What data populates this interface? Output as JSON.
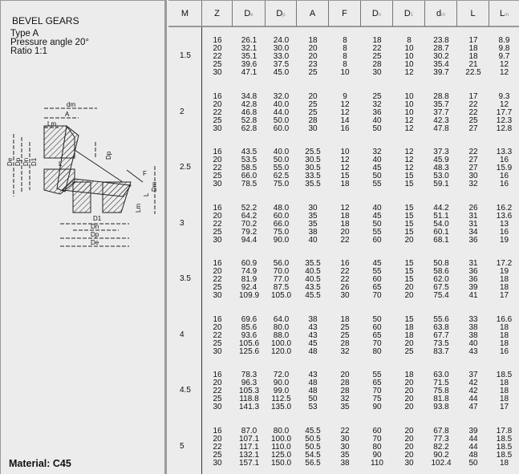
{
  "left": {
    "title": "BEVEL GEARS",
    "type": "Type  A",
    "pressure_angle": "Pressure angle 20°",
    "ratio": "Ratio 1:1",
    "material": "Material: C45",
    "drawing_labels": {
      "dm": "dm",
      "A": "A",
      "Lm": "Lm",
      "De": "De",
      "Dp": "Dp",
      "Dn": "Dn",
      "D1": "D1",
      "L": "L",
      "F": "F",
      "Dm": "Dm",
      "Lm2": "Lm",
      "L2": "L",
      "D1b": "D1",
      "Dnb": "Dn",
      "Dpb": "Dp",
      "Deb": "De",
      "Dbig": "Dp"
    }
  },
  "table": {
    "headers": [
      {
        "main": "M",
        "sub": ""
      },
      {
        "main": "Z",
        "sub": ""
      },
      {
        "main": "D",
        "sub": "e"
      },
      {
        "main": "D",
        "sub": "p"
      },
      {
        "main": "A",
        "sub": ""
      },
      {
        "main": "F",
        "sub": ""
      },
      {
        "main": "D",
        "sub": "n"
      },
      {
        "main": "D",
        "sub": "1"
      },
      {
        "main": "d",
        "sub": "m"
      },
      {
        "main": "L",
        "sub": ""
      },
      {
        "main": "L",
        "sub": "m"
      }
    ],
    "groups": [
      {
        "m": "1.5",
        "rows": [
          [
            "16",
            "26.1",
            "24.0",
            "18",
            "8",
            "18",
            "8",
            "23.8",
            "17",
            "8.9"
          ],
          [
            "20",
            "32.1",
            "30.0",
            "20",
            "8",
            "22",
            "10",
            "28.7",
            "18",
            "9.8"
          ],
          [
            "22",
            "35.1",
            "33.0",
            "20",
            "8",
            "25",
            "10",
            "30.2",
            "18",
            "9.7"
          ],
          [
            "25",
            "39.6",
            "37.5",
            "23",
            "8",
            "28",
            "10",
            "35.4",
            "21",
            "12"
          ],
          [
            "30",
            "47.1",
            "45.0",
            "25",
            "10",
            "30",
            "12",
            "39.7",
            "22.5",
            "12"
          ]
        ]
      },
      {
        "m": "2",
        "rows": [
          [
            "16",
            "34.8",
            "32.0",
            "20",
            "9",
            "25",
            "10",
            "28.8",
            "17",
            "9.3"
          ],
          [
            "20",
            "42.8",
            "40.0",
            "25",
            "12",
            "32",
            "10",
            "35.7",
            "22",
            "12"
          ],
          [
            "22",
            "46.8",
            "44.0",
            "25",
            "12",
            "36",
            "10",
            "37.7",
            "22",
            "17.7"
          ],
          [
            "25",
            "52.8",
            "50.0",
            "28",
            "14",
            "40",
            "12",
            "42.3",
            "25",
            "12.3"
          ],
          [
            "30",
            "62.8",
            "60.0",
            "30",
            "16",
            "50",
            "12",
            "47.8",
            "27",
            "12.8"
          ]
        ]
      },
      {
        "m": "2.5",
        "rows": [
          [
            "16",
            "43.5",
            "40.0",
            "25.5",
            "10",
            "32",
            "12",
            "37.3",
            "22",
            "13.3"
          ],
          [
            "20",
            "53.5",
            "50.0",
            "30.5",
            "12",
            "40",
            "12",
            "45.9",
            "27",
            "16"
          ],
          [
            "22",
            "58.5",
            "55.0",
            "30.5",
            "12",
            "45",
            "12",
            "48.3",
            "27",
            "15.9"
          ],
          [
            "25",
            "66.0",
            "62.5",
            "33.5",
            "15",
            "50",
            "15",
            "53.0",
            "30",
            "16"
          ],
          [
            "30",
            "78.5",
            "75.0",
            "35.5",
            "18",
            "55",
            "15",
            "59.1",
            "32",
            "16"
          ]
        ]
      },
      {
        "m": "3",
        "rows": [
          [
            "16",
            "52.2",
            "48.0",
            "30",
            "12",
            "40",
            "15",
            "44.2",
            "26",
            "16.2"
          ],
          [
            "20",
            "64.2",
            "60.0",
            "35",
            "18",
            "45",
            "15",
            "51.1",
            "31",
            "13.6"
          ],
          [
            "22",
            "70.2",
            "66.0",
            "35",
            "18",
            "50",
            "15",
            "54.0",
            "31",
            "13"
          ],
          [
            "25",
            "79.2",
            "75.0",
            "38",
            "20",
            "55",
            "15",
            "60.1",
            "34",
            "16"
          ],
          [
            "30",
            "94.4",
            "90.0",
            "40",
            "22",
            "60",
            "20",
            "68.1",
            "36",
            "19"
          ]
        ]
      },
      {
        "m": "3.5",
        "rows": [
          [
            "16",
            "60.9",
            "56.0",
            "35.5",
            "16",
            "45",
            "15",
            "50.8",
            "31",
            "17.2"
          ],
          [
            "20",
            "74.9",
            "70.0",
            "40.5",
            "22",
            "55",
            "15",
            "58.6",
            "36",
            "19"
          ],
          [
            "22",
            "81.9",
            "77.0",
            "40.5",
            "22",
            "60",
            "15",
            "62.0",
            "36",
            "18"
          ],
          [
            "25",
            "92.4",
            "87.5",
            "43.5",
            "26",
            "65",
            "20",
            "67.5",
            "39",
            "18"
          ],
          [
            "30",
            "109.9",
            "105.0",
            "45.5",
            "30",
            "70",
            "20",
            "75.4",
            "41",
            "17"
          ]
        ]
      },
      {
        "m": "4",
        "rows": [
          [
            "16",
            "69.6",
            "64.0",
            "38",
            "18",
            "50",
            "15",
            "55.6",
            "33",
            "16.6"
          ],
          [
            "20",
            "85.6",
            "80.0",
            "43",
            "25",
            "60",
            "18",
            "63.8",
            "38",
            "18"
          ],
          [
            "22",
            "93.6",
            "88.0",
            "43",
            "25",
            "65",
            "18",
            "67.7",
            "38",
            "18"
          ],
          [
            "25",
            "105.6",
            "100.0",
            "45",
            "28",
            "70",
            "20",
            "73.5",
            "40",
            "18"
          ],
          [
            "30",
            "125.6",
            "120.0",
            "48",
            "32",
            "80",
            "25",
            "83.7",
            "43",
            "16"
          ]
        ]
      },
      {
        "m": "4.5",
        "rows": [
          [
            "16",
            "78.3",
            "72.0",
            "43",
            "20",
            "55",
            "18",
            "63.0",
            "37",
            "18.5"
          ],
          [
            "20",
            "96.3",
            "90.0",
            "48",
            "28",
            "65",
            "20",
            "71.5",
            "42",
            "18"
          ],
          [
            "22",
            "105.3",
            "99.0",
            "48",
            "28",
            "70",
            "20",
            "75.8",
            "42",
            "18"
          ],
          [
            "25",
            "118.8",
            "112.5",
            "50",
            "32",
            "75",
            "20",
            "81.8",
            "44",
            "18"
          ],
          [
            "30",
            "141.3",
            "135.0",
            "53",
            "35",
            "90",
            "20",
            "93.8",
            "47",
            "17"
          ]
        ]
      },
      {
        "m": "5",
        "rows": [
          [
            "16",
            "87.0",
            "80.0",
            "45.5",
            "22",
            "60",
            "20",
            "67.8",
            "39",
            "17.8"
          ],
          [
            "20",
            "107.1",
            "100.0",
            "50.5",
            "30",
            "70",
            "20",
            "77.3",
            "44",
            "18.5"
          ],
          [
            "22",
            "117.1",
            "110.0",
            "50.5",
            "30",
            "80",
            "20",
            "82.2",
            "44",
            "18.5"
          ],
          [
            "25",
            "132.1",
            "125.0",
            "54.5",
            "35",
            "90",
            "20",
            "90.2",
            "48",
            "18.5"
          ],
          [
            "30",
            "157.1",
            "150.0",
            "56.5",
            "38",
            "110",
            "30",
            "102.4",
            "50",
            "18"
          ]
        ]
      }
    ]
  }
}
